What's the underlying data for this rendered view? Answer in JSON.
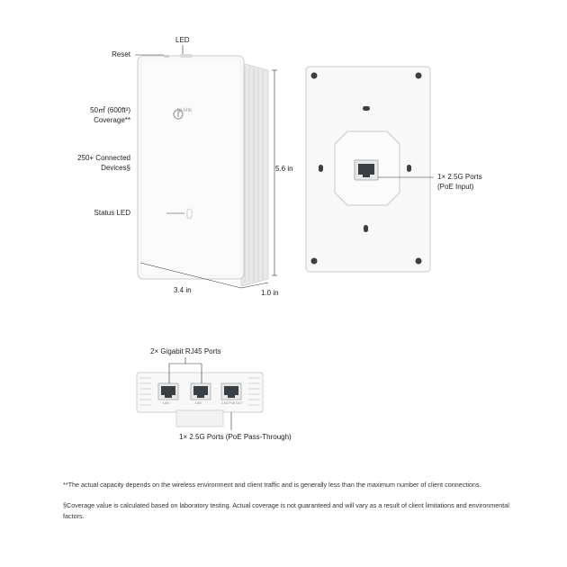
{
  "front": {
    "labels": {
      "led": "LED",
      "reset": "Reset",
      "coverage_line1": "50㎡ (600ft²)",
      "coverage_line2": "Coverage**",
      "devices_line1": "250+ Connected",
      "devices_line2": "Devices§",
      "status_led": "Status LED",
      "height": "5.6 in",
      "width": "3.4 in",
      "depth": "1.0 in"
    },
    "logo_text": "tp-link"
  },
  "back": {
    "port_line1": "1× 2.5G Ports",
    "port_line2": "(PoE Input)"
  },
  "bottom": {
    "rj45_label": "2× Gigabit RJ45 Ports",
    "passthrough_label": "1× 2.5G Ports (PoE Pass-Through)",
    "port_captions": [
      "LAN",
      "LAN",
      "2.5G PoE OUT"
    ]
  },
  "footnotes": {
    "note1": "**The actual capacity depends on the wireless environment and client traffic and is generally less than the maximum number of client connections.",
    "note2": "§Coverage value is calculated based on laboratory testing. Actual coverage is not guaranteed and will vary as a result of client limitations and environmental factors."
  },
  "colors": {
    "body": "#f7f7f7",
    "edge": "#d8d8d8",
    "outline": "#c9c9c9",
    "port": "#3a3f44",
    "leader": "#333333"
  }
}
